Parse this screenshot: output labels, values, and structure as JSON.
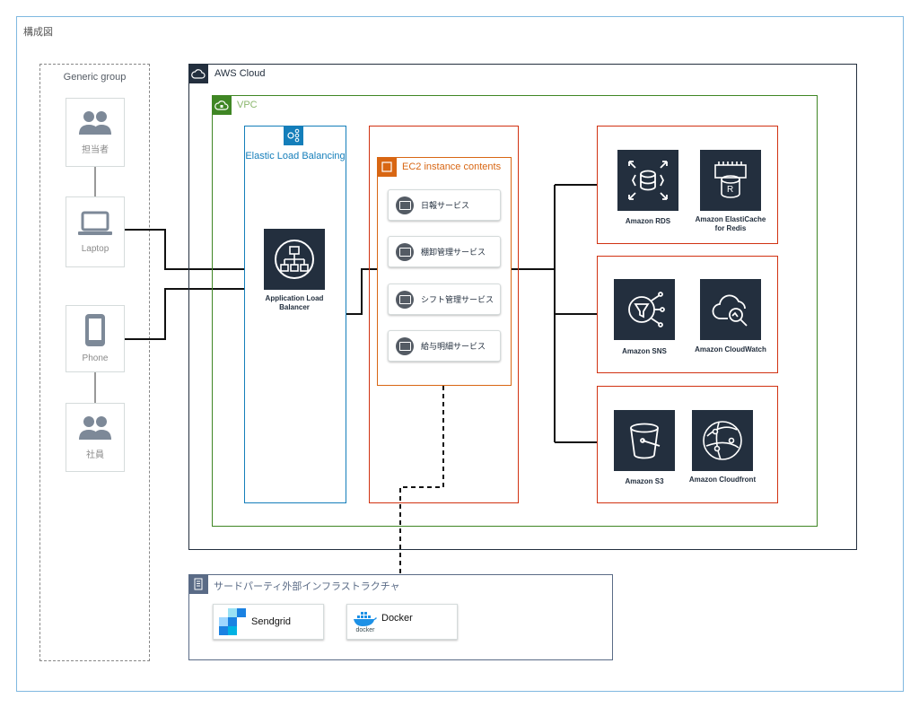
{
  "diagram": {
    "title": "構成図",
    "generic_group": {
      "label": "Generic group",
      "items": [
        {
          "label": "担当者",
          "icon": "users-icon"
        },
        {
          "label": "Laptop",
          "icon": "laptop-icon"
        },
        {
          "label": "Phone",
          "icon": "phone-icon"
        },
        {
          "label": "社員",
          "icon": "users-icon"
        }
      ]
    },
    "aws_cloud": {
      "label": "AWS Cloud",
      "icon": "cloud-icon"
    },
    "vpc": {
      "label": "VPC",
      "icon": "vpc-cloud-icon"
    },
    "elb": {
      "label": "Elastic Load Balancing",
      "alb_label": "Application Load Balancer"
    },
    "ec2": {
      "label": "EC2 instance contents",
      "services": [
        "日報サービス",
        "棚卸管理サービス",
        "シフト管理サービス",
        "給与明細サービス"
      ]
    },
    "data_services": [
      {
        "label": "Amazon RDS",
        "icon": "rds-icon"
      },
      {
        "label": "Amazon ElastiCache for Redis",
        "icon": "elasticache-icon"
      }
    ],
    "notify_services": [
      {
        "label": "Amazon SNS",
        "icon": "sns-icon"
      },
      {
        "label": "Amazon CloudWatch",
        "icon": "cloudwatch-icon"
      }
    ],
    "storage_services": [
      {
        "label": "Amazon S3",
        "icon": "s3-bucket-icon"
      },
      {
        "label": "Amazon Cloudfront",
        "icon": "cloudfront-icon"
      }
    ],
    "third_party": {
      "label": "サードパーティ外部インフラストラクチャ",
      "items": [
        {
          "label": "Sendgrid",
          "icon": "sendgrid-logo"
        },
        {
          "label": "Docker",
          "icon": "docker-logo",
          "sub": "docker"
        }
      ]
    },
    "colors": {
      "frame": "#7fb8e0",
      "vpc": "#3f8624",
      "elb": "#147eba",
      "subnet": "#d13212",
      "ec2": "#d86613",
      "tile": "#232f3e"
    }
  }
}
